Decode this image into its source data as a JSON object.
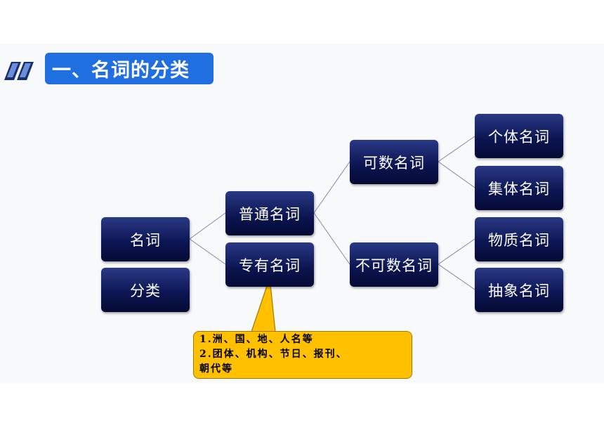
{
  "title": "一、名词的分类",
  "nodes": {
    "root": "名词",
    "classify": "分类",
    "common": "普通名词",
    "proper": "专有名词",
    "countable": "可数名词",
    "uncountable": "不可数名词",
    "individual": "个体名词",
    "collective": "集体名词",
    "material": "物质名词",
    "abstract": "抽象名词"
  },
  "callout": {
    "line1": "1.洲、国、地、人名等",
    "line2": "2.团体、机构、节日、报刊、",
    "line3": "朝代等"
  },
  "colors": {
    "title_bg": "#1f6fe0",
    "node_bg": "#0b1450",
    "callout_bg": "#ffc000",
    "connector": "#7f8aa8"
  }
}
